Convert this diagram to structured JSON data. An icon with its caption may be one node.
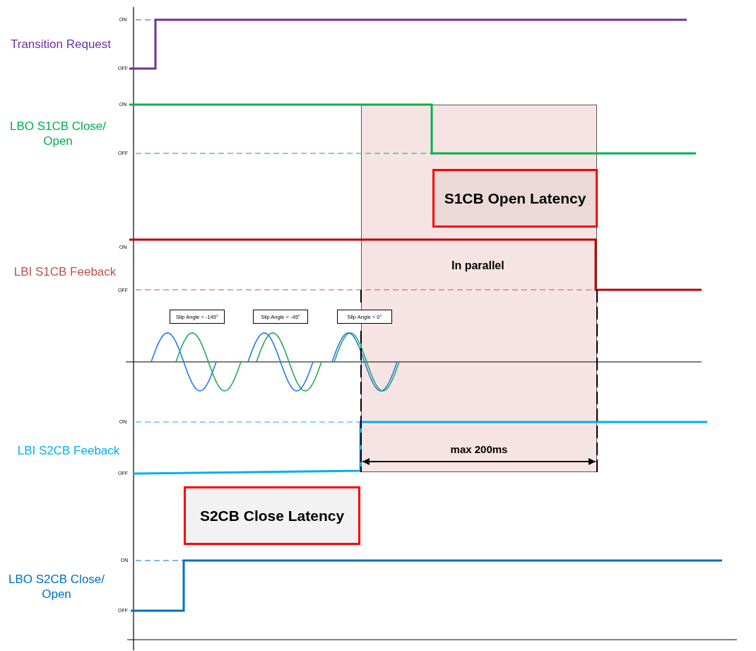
{
  "diagram": {
    "nodes": [
      {
        "text": [
          "In parallel"
        ]
      },
      {
        "text": [
          "S1CB Open Latency"
        ],
        "in": 0
      },
      {
        "text": [
          "Slip Angle = -145°"
        ]
      },
      {
        "text": [
          "Slip Angle = -45°"
        ]
      },
      {
        "text": [
          "Slip Angle = 0°"
        ]
      },
      {
        "text": [
          "S2CB Close Latency"
        ]
      }
    ],
    "edges": [],
    "labels": [
      "ON",
      "Transition Request",
      "OFF",
      "ON",
      "LBO S1CB Close/ Open",
      "OFF",
      "ON",
      "LBI S1CB Feeback",
      "OFF",
      "ON",
      "LBI S2CB Feeback",
      "OFF",
      "max 200ms",
      "ON",
      "LBO S2CB Close/ Open",
      "OFF"
    ]
  }
}
